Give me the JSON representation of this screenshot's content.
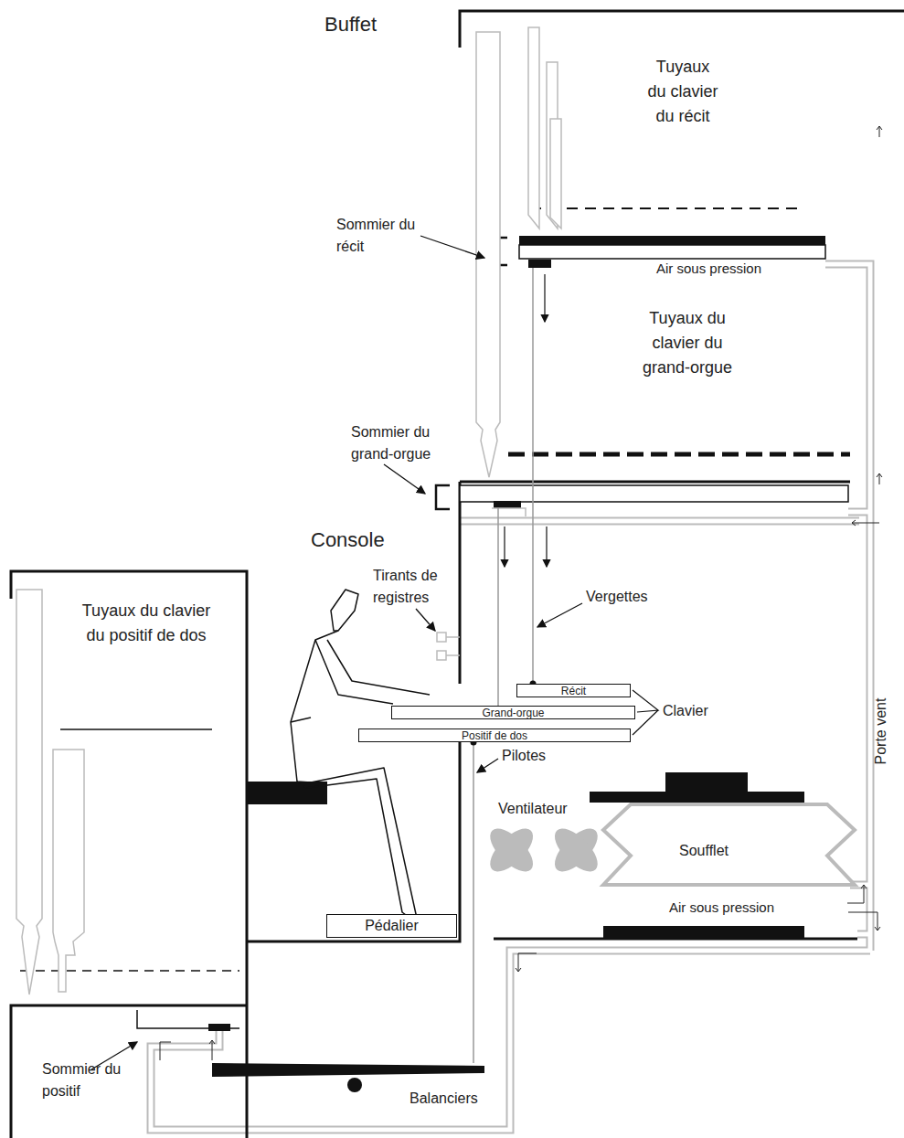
{
  "diagram": {
    "nodes": [
      {
        "text": [
          "Récit"
        ]
      },
      {
        "text": [
          "Grand-orgue"
        ]
      },
      {
        "text": [
          "Positif de dos"
        ]
      },
      {
        "text": [
          "Soufflet"
        ]
      },
      {
        "text": [
          "Pédalier"
        ]
      }
    ],
    "labels": [
      "Buffet",
      "Tuyaux du clavier du récit",
      "Sommier du récit",
      "Air sous pression",
      "Tuyaux du clavier du grand-orgue",
      "Sommier du grand-orgue",
      "Console",
      "Tirants de registres",
      "Vergettes",
      "Tuyaux du clavier du positif de dos",
      "Clavier",
      "Pilotes",
      "Ventilateur",
      "Air sous pression",
      "Porte vent",
      "Sommier du positif",
      "Balanciers"
    ]
  }
}
